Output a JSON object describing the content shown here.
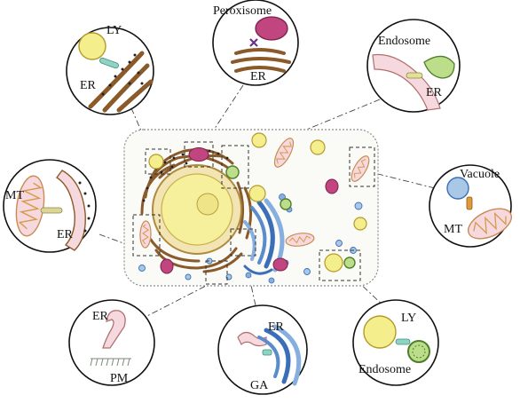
{
  "colors": {
    "lysosome_fill": "#f4ee8c",
    "lysosome_stroke": "#b49a2c",
    "peroxisome_fill": "#c1457f",
    "er_fill": "#c99a63",
    "er_stroke": "#6b4a2a",
    "endosome_fill": "#bcdd8a",
    "endosome_stroke": "#4f7e2a",
    "mito_fill": "#f6d9de",
    "mito_cristae": "#d79a4b",
    "golgi_fill": "#86aede",
    "golgi_stroke": "#3a6fb8",
    "vacuole_fill": "#a9c8e6",
    "nucleus_fill": "#f6ef9c",
    "tether_fill": "#8fd3c5"
  },
  "callouts": {
    "ly_er": {
      "top": "LY",
      "bottom": "ER"
    },
    "perox_er": {
      "top": "Peroxisome",
      "bottom": "ER"
    },
    "endo_er": {
      "top": "Endosome",
      "bottom": "ER"
    },
    "mt_er": {
      "left": "MT",
      "right": "ER"
    },
    "vac_mt": {
      "top": "Vacuole",
      "bottom": "MT"
    },
    "er_pm": {
      "top": "ER",
      "bottom": "PM"
    },
    "er_ga": {
      "top": "ER",
      "bottom": "GA"
    },
    "ly_endo": {
      "top": "LY",
      "bottom": "Endosome"
    }
  }
}
